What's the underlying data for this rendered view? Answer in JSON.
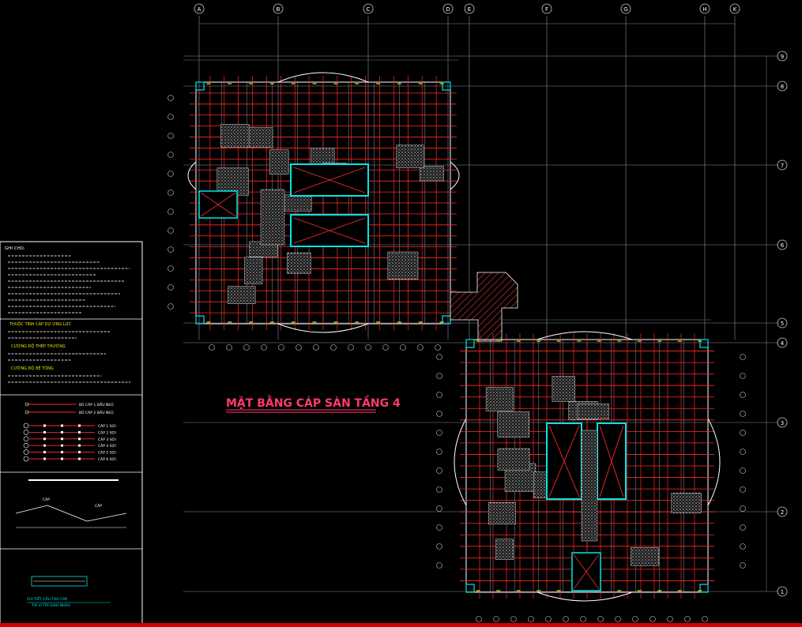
{
  "title": "MẶT BẰNG CÁP SÀN TẦNG 4",
  "colors": {
    "background": "#000000",
    "grid": "#8a8aa8",
    "tendon": "#ff2a2a",
    "wall": "#00e5e5",
    "edge": "#ffffff",
    "title": "#ff3b6b",
    "bubble": "#cccccc",
    "hatch": "#bdbdbd",
    "bottom_bar": "#d60000"
  },
  "grid_x": [
    "A",
    "B",
    "C",
    "D",
    "E",
    "F",
    "G",
    "H",
    "K"
  ],
  "grid_y": [
    "9",
    "8",
    "7",
    "6",
    "5",
    "4",
    "3",
    "2",
    "1"
  ],
  "notes": {
    "heading": "GHI CHÚ:",
    "section2_heading": "THUỘC TÍNH CÁP DỰ ỨNG LỰC",
    "section3_heading": "CƯỜNG ĐỘ THÉP THƯỜNG",
    "section4_heading": "CƯỜNG ĐỘ BÊ TÔNG",
    "legend": [
      {
        "label": "BÓ CÁP 1 ĐẦU NEO"
      },
      {
        "label": "BÓ CÁP 2 ĐẦU NEO"
      },
      {
        "label": "CÁP 1 SỢI"
      },
      {
        "label": "CÁP 2 SỢI"
      },
      {
        "label": "CÁP 3 SỢI"
      },
      {
        "label": "CÁP 4 SỢI"
      },
      {
        "label": "CÁP 5 SỢI"
      },
      {
        "label": "CÁP 6 SỢI"
      }
    ],
    "detail_label_1": "CÁP",
    "detail_label_2": "CÁP",
    "detail_caption": "CHI TIẾT CẤU TẠO CÁP",
    "detail_caption2": "TẠI VỊ TRÍ GIAO NHAU"
  }
}
